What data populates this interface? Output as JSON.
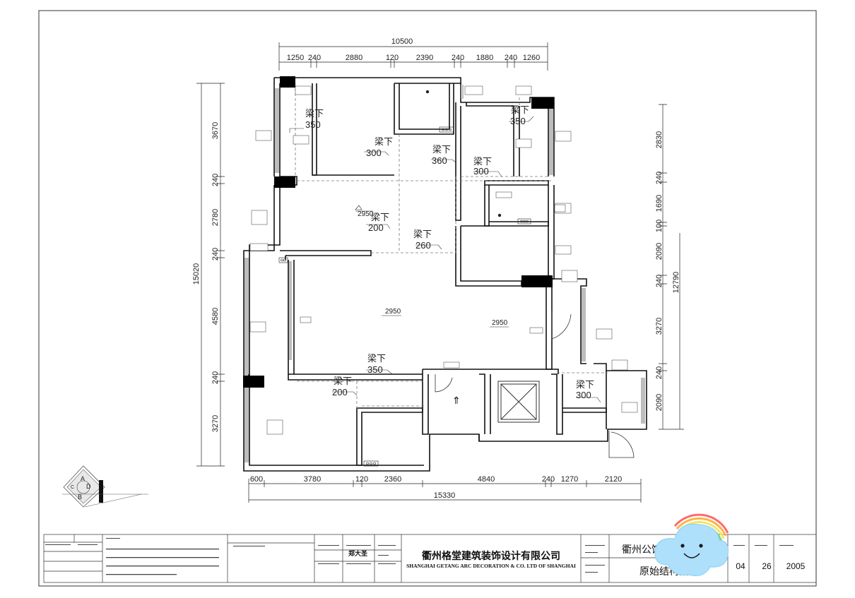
{
  "plan": {
    "top_total": "10500",
    "top_dims": [
      "1250",
      "240",
      "2880",
      "120",
      "2390",
      "240",
      "1880",
      "240",
      "1260"
    ],
    "bottom_dims": [
      "600",
      "3780",
      "120",
      "2360",
      "4840",
      "240",
      "1270",
      "2120"
    ],
    "bottom_total": "15330",
    "left_dims": [
      "3670",
      "240",
      "2780",
      "240",
      "4580",
      "240",
      "3270"
    ],
    "left_total": "15020",
    "right_dims": [
      "2830",
      "240",
      "1690",
      "100",
      "2090",
      "240",
      "3270",
      "240",
      "2090"
    ],
    "right_total": "12790",
    "beam_label": "梁下",
    "beam_values": [
      "350",
      "300",
      "360",
      "300",
      "350",
      "200",
      "260",
      "350",
      "200",
      "300"
    ],
    "heights": [
      "2950",
      "2950",
      "2950"
    ]
  },
  "compass": {
    "letters": [
      "A",
      "B",
      "C",
      "D"
    ]
  },
  "title_block": {
    "company_cn": "衢州格堂建筑装饰设计有限公司",
    "company_en": "SHANGHAI GETANG ARC DECORATION  &  CO. LTD OF SHANGHAI",
    "designer": "郑大圣",
    "project": "衢州公馆",
    "drawing_title": "原始结构图",
    "sheet_no": "04",
    "page_no": "26",
    "year": "2005"
  }
}
